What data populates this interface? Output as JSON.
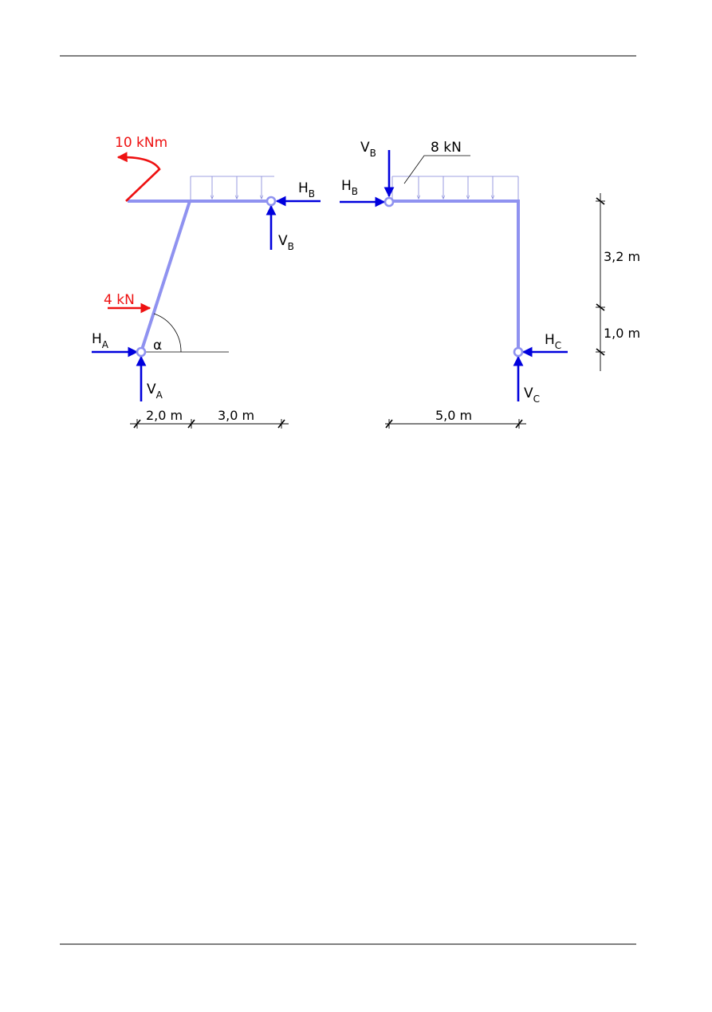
{
  "colors": {
    "member": "#8f92f0",
    "reaction": "#0000dd",
    "load": "#ee1111",
    "line": "#000000",
    "distributed_load": "#7f82d8"
  },
  "left": {
    "moment": "10 kNm",
    "point_load": "4 kN",
    "angle": "α",
    "reactions": {
      "HA": {
        "main": "H",
        "sub": "A"
      },
      "VA": {
        "main": "V",
        "sub": "A"
      },
      "HB": {
        "main": "H",
        "sub": "B"
      },
      "VB": {
        "main": "V",
        "sub": "B"
      }
    },
    "dims": [
      "2,0 m",
      "3,0 m"
    ]
  },
  "right": {
    "distributed_load": "8 kN",
    "reactions": {
      "VB": {
        "main": "V",
        "sub": "B"
      },
      "HB": {
        "main": "H",
        "sub": "B"
      },
      "HC": {
        "main": "H",
        "sub": "C"
      },
      "VC": {
        "main": "V",
        "sub": "C"
      }
    },
    "dims_horizontal": [
      "5,0 m"
    ],
    "dims_vertical": [
      "3,2 m",
      "1,0 m"
    ]
  }
}
